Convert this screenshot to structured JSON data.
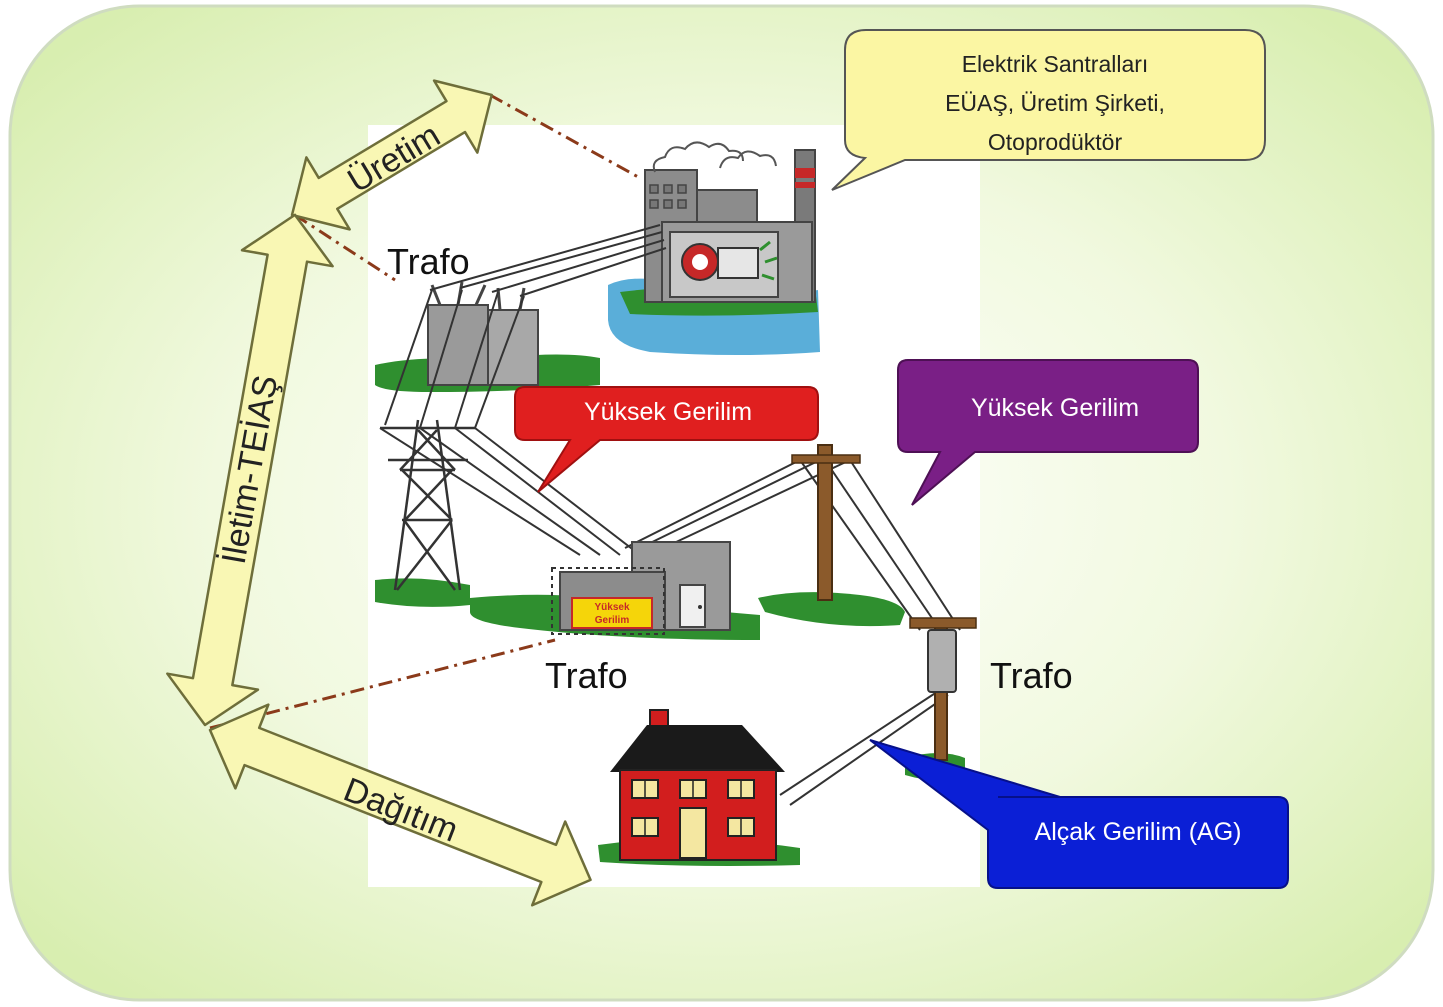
{
  "callouts": {
    "plants": {
      "lines": [
        "Elektrik Santralları",
        "EÜAŞ, Üretim Şirketi,",
        "Otoprodüktör"
      ]
    },
    "high_voltage_red": {
      "text": "Yüksek Gerilim"
    },
    "high_voltage_purple": {
      "text": "Yüksek Gerilim"
    },
    "low_voltage": {
      "text": "Alçak Gerilim (AG)"
    }
  },
  "arrows": {
    "generation": "Üretim",
    "transmission": "İletim-TEİAŞ",
    "distribution": "Dağıtım"
  },
  "labels": {
    "trafo_top": "Trafo",
    "trafo_middle": "Trafo",
    "trafo_right": "Trafo",
    "transformer_badge": [
      "Yüksek",
      "Gerilim"
    ]
  },
  "colors": {
    "background": "#eaf6d2",
    "arrow_fill": "#f9f7b4",
    "plants_callout": "#fbf6a3",
    "red_callout": "#e01f1f",
    "purple_callout": "#7a1f86",
    "blue_callout": "#0b1fd6",
    "grass": "#2f8f2f"
  }
}
